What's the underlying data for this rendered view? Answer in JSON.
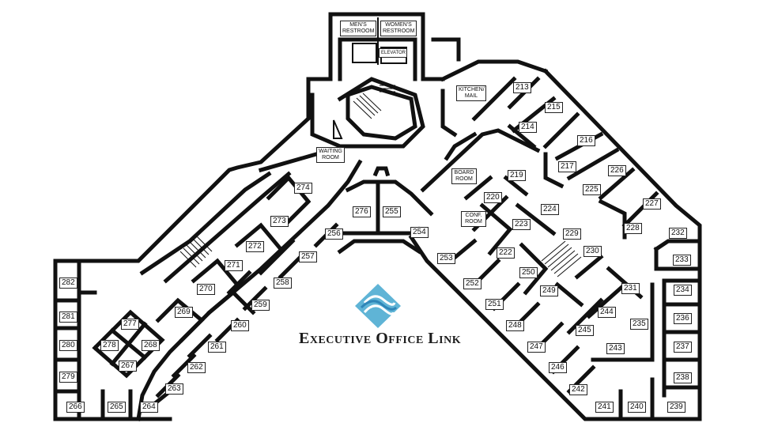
{
  "brand": {
    "name": "Executive Office Link",
    "logo_colors": [
      "#5fb4d6",
      "#2f86b8"
    ]
  },
  "special_rooms": {
    "mens_restroom": "MEN'S RESTROOM",
    "womens_restroom": "WOMEN'S RESTROOM",
    "elevator": "ELEVATOR",
    "kitchen_mail": "KITCHEN/ MAIL",
    "waiting_room": "WAITING ROOM",
    "board_room": "BOARD ROOM",
    "conf_room": "CONF. ROOM"
  },
  "rooms": [
    "213",
    "214",
    "215",
    "216",
    "217",
    "219",
    "220",
    "222",
    "223",
    "224",
    "225",
    "226",
    "227",
    "228",
    "229",
    "230",
    "231",
    "232",
    "233",
    "234",
    "235",
    "236",
    "237",
    "238",
    "239",
    "240",
    "241",
    "242",
    "243",
    "244",
    "245",
    "246",
    "247",
    "248",
    "249",
    "250",
    "251",
    "252",
    "253",
    "254",
    "255",
    "256",
    "257",
    "258",
    "259",
    "260",
    "261",
    "262",
    "263",
    "264",
    "265",
    "266",
    "267",
    "268",
    "269",
    "270",
    "271",
    "272",
    "273",
    "274",
    "276",
    "277",
    "278",
    "279",
    "280",
    "281",
    "282"
  ]
}
